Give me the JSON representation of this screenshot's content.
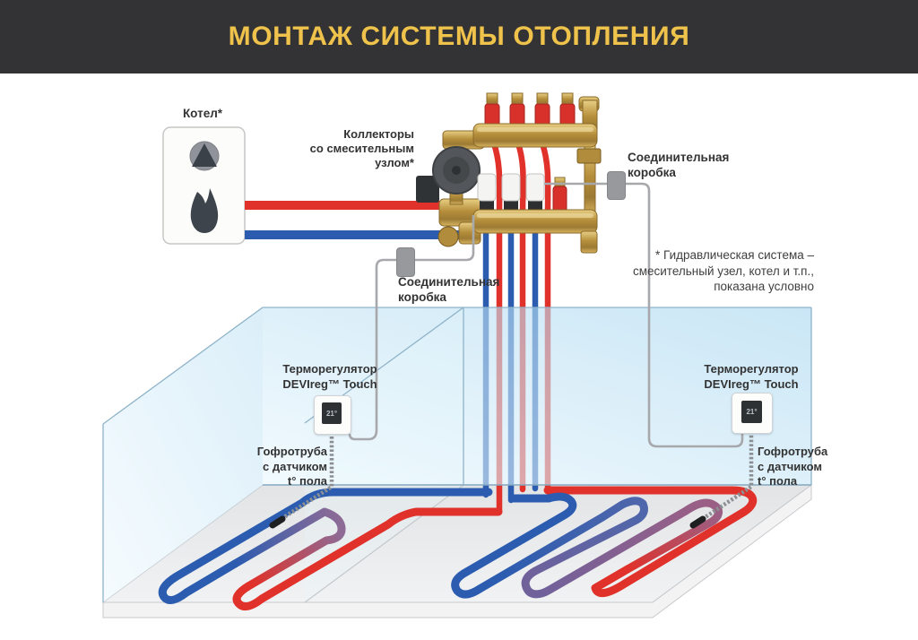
{
  "header": {
    "title": "МОНТАЖ СИСТЕМЫ ОТОПЛЕНИЯ"
  },
  "labels": {
    "boiler": "Котел*",
    "collectors": {
      "line1": "Коллекторы",
      "line2": "со смесительным",
      "line3": "узлом*"
    },
    "junction_left": {
      "line1": "Соединительная",
      "line2": "коробка"
    },
    "junction_right": {
      "line1": "Соединительная",
      "line2": "коробка"
    },
    "note": {
      "line1": "* Гидравлическая система –",
      "line2": "смесительный узел, котел и т.п.,",
      "line3": "показана условно"
    },
    "thermostat_left": {
      "line1": "Терморегулятор",
      "line2": "DEVIreg™ Touch"
    },
    "thermostat_right": {
      "line1": "Терморегулятор",
      "line2": "DEVIreg™ Touch"
    },
    "sensor_left": {
      "line1": "Гофротруба",
      "line2": "с датчиком",
      "line3": "t° пола"
    },
    "sensor_right": {
      "line1": "Гофротруба",
      "line2": "с датчиком",
      "line3": "t° пола"
    },
    "thermostat_display": "21°"
  },
  "colors": {
    "header_bg": "#333234",
    "title_gold": "#efc34b",
    "pipe_red": "#e0312a",
    "pipe_blue": "#2b5cb0",
    "purple_mid": "#8d6b96",
    "wall_blue": "#abd8f0",
    "floor_gray": "#e6e7e9",
    "brass": "#c9a24b",
    "wire_gray": "#a7a8ac",
    "junction_box_gray": "#98999d"
  }
}
